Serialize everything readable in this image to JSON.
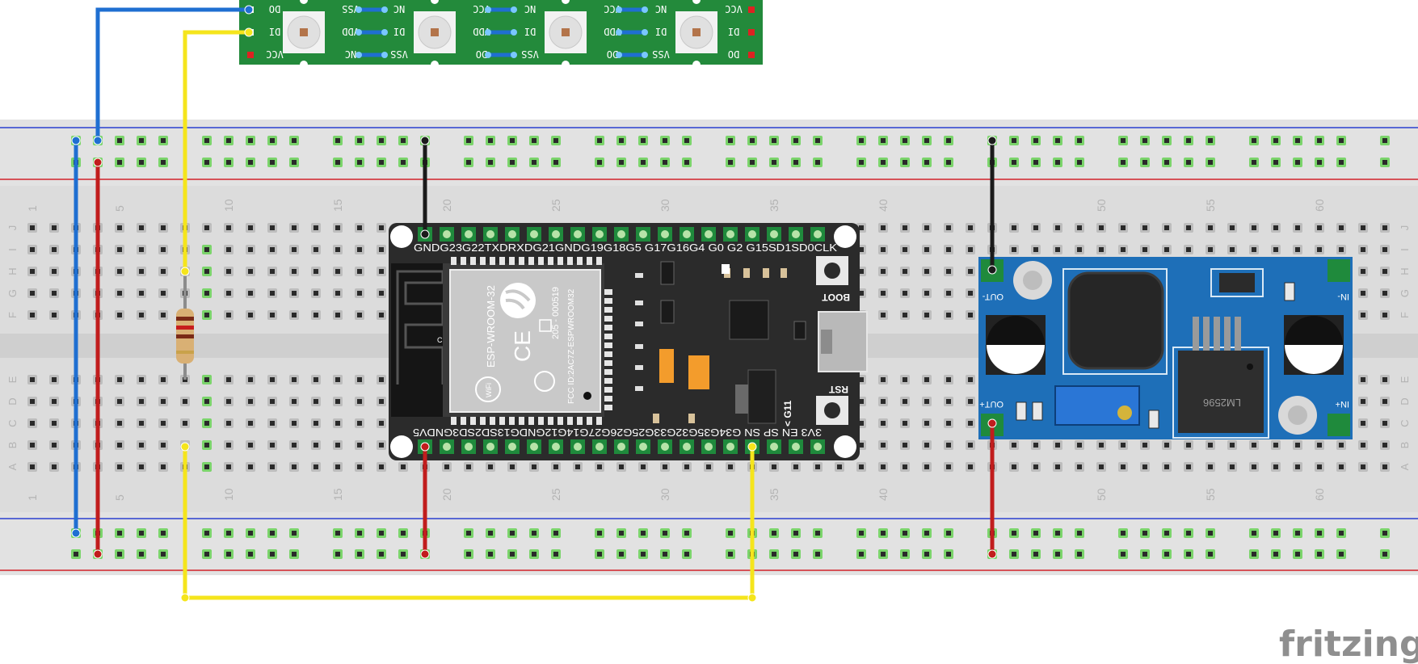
{
  "brand": {
    "name": "fritzing"
  },
  "colors": {
    "breadboard": "#dcdcdc",
    "rail_blue": "#2b3fcf",
    "rail_red": "#d2232a",
    "hole_active": "#7bd46b",
    "wire_blue": "#1f6fd1",
    "wire_red": "#c11d1d",
    "wire_yellow": "#f5e51c",
    "wire_black": "#1b1b1b",
    "led_strip": "#238a3b",
    "esp32_board": "#2b2b2b",
    "converter_board": "#1e6fb8"
  },
  "breadboard": {
    "column_labels": [
      "1",
      "5",
      "10",
      "15",
      "20",
      "25",
      "30",
      "35",
      "40",
      "50",
      "55",
      "60"
    ],
    "row_labels": [
      "J",
      "I",
      "H",
      "G",
      "F",
      "E",
      "D",
      "C",
      "B",
      "A"
    ]
  },
  "led_strip": {
    "left_pins": [
      "DO",
      "DI",
      "VCC"
    ],
    "right_pins": [
      "VCC",
      "DI",
      "DO"
    ],
    "segment_pins": [
      [
        "VSS",
        "VDD",
        "NC"
      ],
      [
        "NC",
        "DI",
        "VSS"
      ],
      [
        "VCC",
        "VDD",
        "DO"
      ],
      [
        "NC",
        "DI",
        "VSS"
      ],
      [
        "VCC",
        "VDD",
        "DO"
      ],
      [
        "NC",
        "DI",
        "VSS"
      ]
    ],
    "led_count": 4
  },
  "esp32": {
    "top_pins": "GNDG23G22TXDRXDG21GNDG19G18G5 G17G16G4 G0 G2 G15SD1SD0CLK",
    "bottom_pins": "3V3 EN SP SN G34G35G32G33G25G26G27G14G12GNDG13SD2SD3GNDV5",
    "module_name": "ESP-WROOM-32",
    "module_code": "205 - 000519",
    "fcc_id": "FCC ID:2AC7Z-ESPWROOM32",
    "boot_label": "BOOT",
    "rst_label": "RST",
    "g11_label": "< G11",
    "wifi_label": "WiFi"
  },
  "converter": {
    "out_minus": "OUT-",
    "out_plus": "OUT+",
    "in_minus": "IN-",
    "in_plus": "IN+",
    "chip_label": "LM2596"
  }
}
